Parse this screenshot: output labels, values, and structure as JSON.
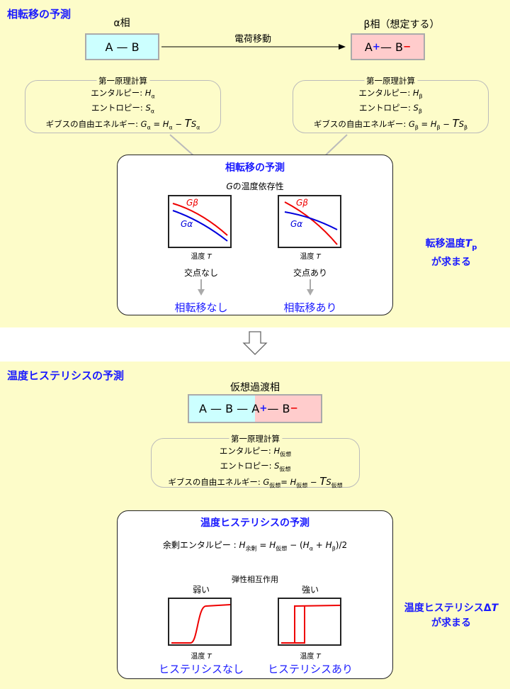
{
  "section1": {
    "title": "相転移の予測",
    "alpha_label": "α相",
    "beta_label": "β相（想定する）",
    "alpha_box": "A — B",
    "beta_box": {
      "a": "A",
      "plus": "+",
      "dash": "—",
      "b": "B",
      "minus": "−"
    },
    "arrow_label": "電荷移動",
    "calc_left": {
      "header": "第一原理計算",
      "enthalpy": "エンタルピー: ",
      "H": "H",
      "sub": "α",
      "entropy": "エントロピー: ",
      "S": "S",
      "gibbs": "ギブスの自由エネルギー: ",
      "G": "G",
      "eq": " = ",
      "minus": " − ",
      "T": "T"
    },
    "calc_right": {
      "header": "第一原理計算",
      "enthalpy": "エンタルピー: ",
      "H": "H",
      "sub": "β",
      "entropy": "エントロピー: ",
      "S": "S",
      "gibbs": "ギブスの自由エネルギー: ",
      "G": "G",
      "eq": " = ",
      "minus": " − ",
      "T": "T"
    },
    "predict": {
      "title": "相転移の予測",
      "subtitle_G": "G",
      "subtitle": "の温度依存性",
      "xlabel": "温度 ",
      "xvar": "T",
      "g_beta": "Gβ",
      "g_alpha": "Gα",
      "left_case": "交点なし",
      "right_case": "交点あり",
      "left_result": "相転移なし",
      "right_result": "相転移あり"
    },
    "side_note": {
      "line1": "転移温度",
      "var": "T",
      "sub": "p",
      "line2": "が求まる"
    }
  },
  "section2": {
    "title": "温度ヒステリシスの予測",
    "virtual_label": "仮想過渡相",
    "box_left": "A — B —",
    "box_right": {
      "a": "A",
      "plus": "+",
      "dash": "—",
      "b": "B",
      "minus": "−"
    },
    "calc": {
      "header": "第一原理計算",
      "enthalpy": "エンタルピー: ",
      "H": "H",
      "sub": "仮想",
      "entropy": "エントロピー: ",
      "S": "S",
      "gibbs": "ギブスの自由エネルギー: ",
      "G": "G",
      "eq": "= ",
      "minus": " − ",
      "T": "T"
    },
    "predict": {
      "title": "温度ヒステリシスの予測",
      "excess": "余剰エンタルピー : ",
      "H": "H",
      "excess_sub": "余剰",
      "eq": " = ",
      "virtual_sub": "仮想",
      "rest": " − (",
      "ha": "α",
      "plus": " + ",
      "hb": "β",
      "end": ")/2",
      "interaction": "弾性相互作用",
      "weak": "弱い",
      "strong": "強い",
      "xlabel": "温度 ",
      "xvar": "T",
      "left_result": "ヒステリシスなし",
      "right_result": "ヒステリシスあり"
    },
    "side_note": {
      "line1": "温度ヒステリシスΔ",
      "var": "T",
      "line2": "が求まる"
    }
  }
}
